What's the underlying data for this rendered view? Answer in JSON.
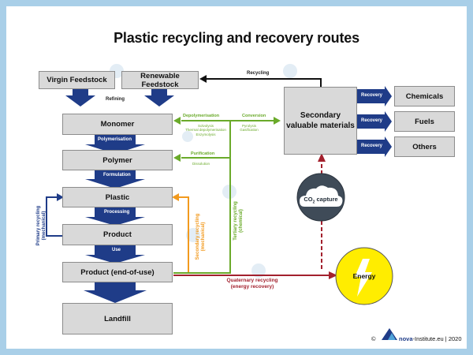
{
  "title": "Plastic recycling and recovery routes",
  "nodes": {
    "virgin_feedstock": "Virgin Feedstock",
    "renewable_feedstock": "Renewable Feedstock",
    "monomer": "Monomer",
    "polymer": "Polymer",
    "plastic": "Plastic",
    "product": "Product",
    "product_end_of_use": "Product (end-of-use)",
    "landfill": "Landfill",
    "secondary_materials": "Secondary valuable materials",
    "chemicals": "Chemicals",
    "fuels": "Fuels",
    "others": "Others"
  },
  "labels": {
    "refining": "Refining",
    "recycling": "Recycling",
    "polymerisation": "Polymerisation",
    "formulation": "Formulation",
    "processing": "Processing",
    "use": "Use",
    "recovery": "Recovery",
    "depolymerisation": "Depolymerisation",
    "solvolysis": "Solvolysis",
    "thermal_depolymerisation": "Thermal depolymerisation",
    "enzymolysis": "Enzymolysis",
    "conversion": "Conversion",
    "pyrolysis": "Pyrolysis",
    "gasification": "Gasification",
    "purification": "Purification",
    "dissolution": "Dissolution",
    "primary_recycling": "Primary recycling",
    "primary_recycling_sub": "(mechanical)",
    "secondary_recycling": "Secondary recycling",
    "secondary_recycling_sub": "(mechanical)",
    "tertiary_recycling": "Tertiary recycling",
    "tertiary_recycling_sub": "(chemical)",
    "quaternary_recycling": "Quaternary recycling",
    "quaternary_recycling_sub": "(energy recovery)",
    "co2_main": "CO",
    "co2_sub": "2",
    "co2_capture": "capture",
    "energy": "Energy"
  },
  "footer": {
    "copyright_symbol": "©",
    "brand": "nova",
    "domain": "-Institute.eu | 2020"
  },
  "colors": {
    "navy": "#1f3c88",
    "green": "#6aaa2a",
    "orange": "#f29a1e",
    "dark_red": "#a3202d",
    "energy_yellow": "#ffed00",
    "frame_blue": "#a9cfe8"
  }
}
